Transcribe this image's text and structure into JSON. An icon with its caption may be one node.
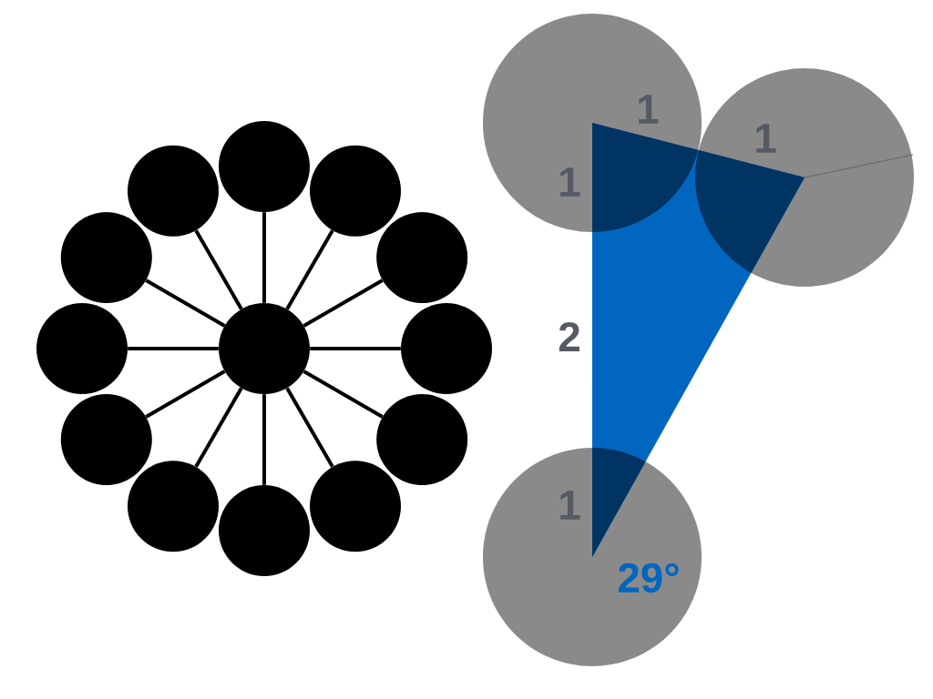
{
  "diagram": {
    "nodes": [
      {
        "text": [],
        "shape": "circle"
      },
      {
        "text": [],
        "shape": "circle"
      },
      {
        "text": [],
        "shape": "circle"
      },
      {
        "text": [],
        "shape": "circle"
      },
      {
        "text": [],
        "shape": "circle"
      },
      {
        "text": [],
        "shape": "circle"
      },
      {
        "text": [],
        "shape": "circle"
      },
      {
        "text": [],
        "shape": "circle"
      },
      {
        "text": [],
        "shape": "circle"
      },
      {
        "text": [],
        "shape": "circle"
      },
      {
        "text": [],
        "shape": "circle"
      },
      {
        "text": [],
        "shape": "circle"
      },
      {
        "text": [],
        "shape": "circle"
      }
    ],
    "edges": [
      {
        "from": 0,
        "to": 1,
        "arrow": "none"
      },
      {
        "from": 0,
        "to": 2,
        "arrow": "none"
      },
      {
        "from": 0,
        "to": 3,
        "arrow": "none"
      },
      {
        "from": 0,
        "to": 4,
        "arrow": "none"
      },
      {
        "from": 0,
        "to": 5,
        "arrow": "none"
      },
      {
        "from": 0,
        "to": 6,
        "arrow": "none"
      },
      {
        "from": 0,
        "to": 7,
        "arrow": "none"
      },
      {
        "from": 0,
        "to": 8,
        "arrow": "none"
      },
      {
        "from": 0,
        "to": 9,
        "arrow": "none"
      },
      {
        "from": 0,
        "to": 10,
        "arrow": "none"
      },
      {
        "from": 0,
        "to": 11,
        "arrow": "none"
      },
      {
        "from": 0,
        "to": 12,
        "arrow": "none"
      }
    ],
    "labels": [
      "1",
      "1",
      "1",
      "2",
      "1",
      "29°"
    ]
  }
}
